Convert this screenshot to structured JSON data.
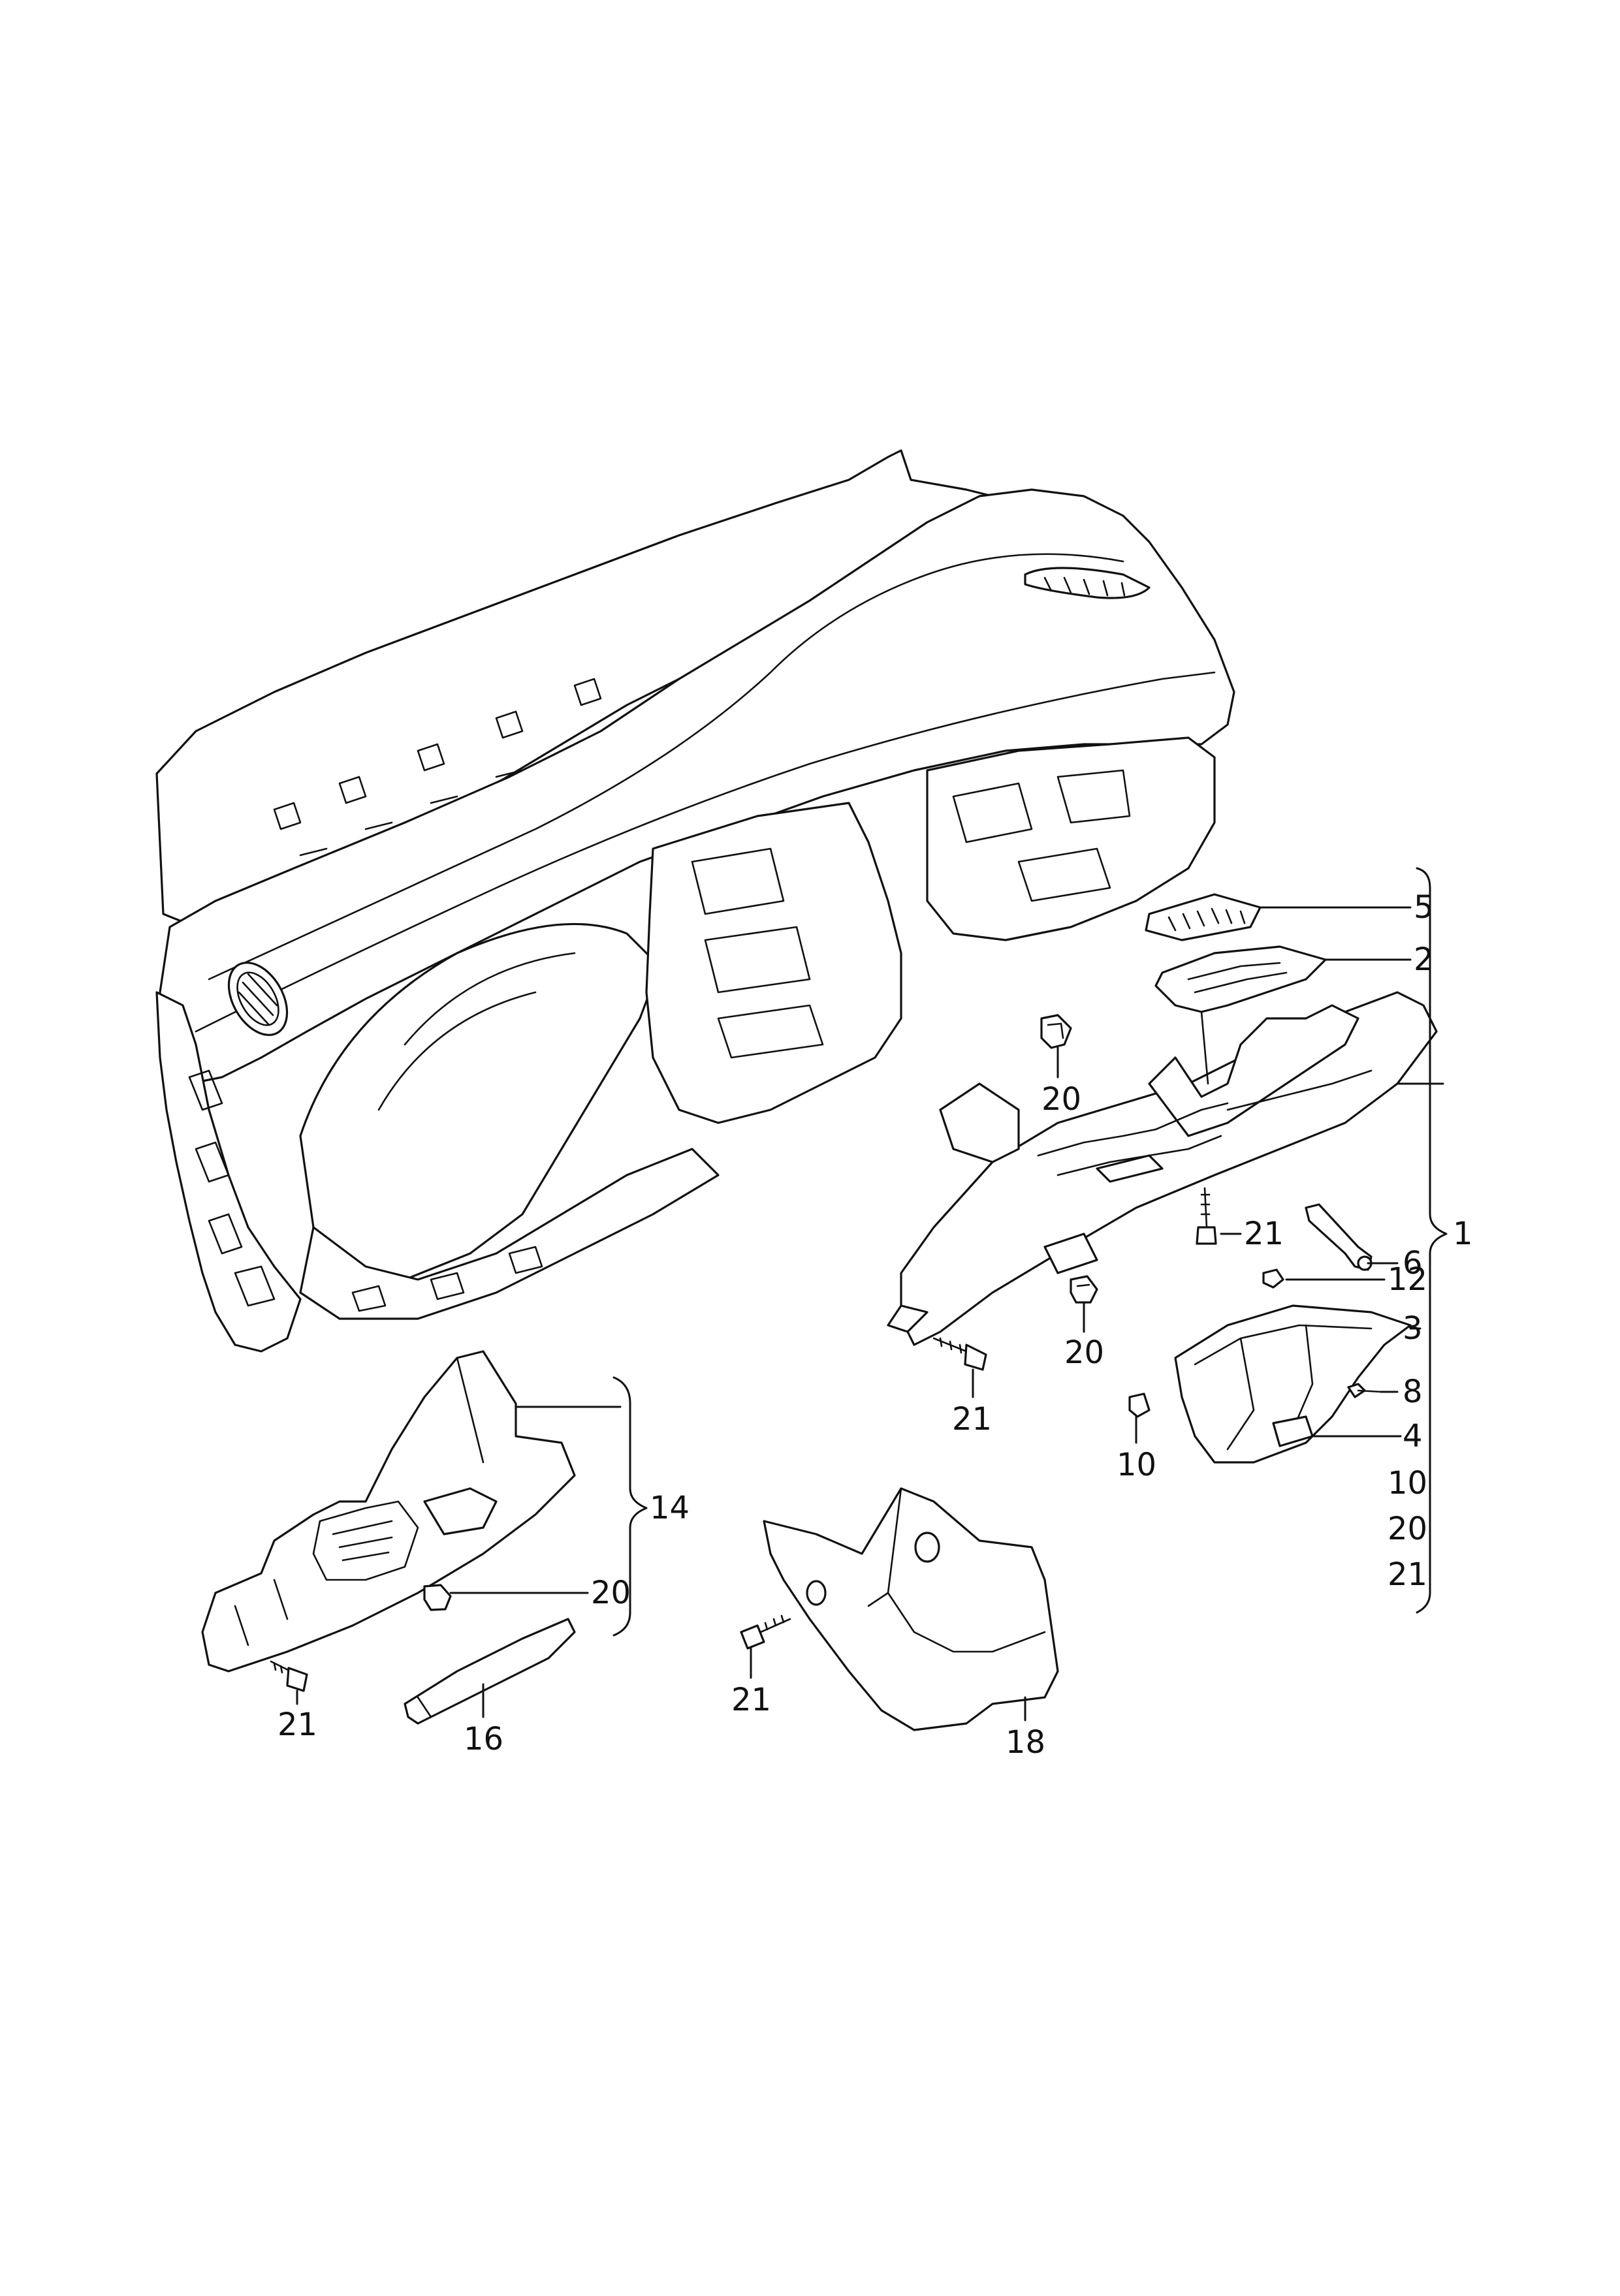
{
  "diagram": {
    "callouts": {
      "c5": "5",
      "c2": "2",
      "c20a": "20",
      "c21a": "21",
      "c6": "6",
      "c1": "1",
      "c12": "12",
      "c3": "3",
      "c20b": "20",
      "c21b": "21",
      "c8": "8",
      "c10a": "10",
      "c4": "4",
      "c10b": "10",
      "c20c": "20",
      "c21c": "21",
      "c14": "14",
      "c20d": "20",
      "c21d": "21",
      "c16": "16",
      "c21e": "21",
      "c18": "18"
    },
    "colors": {
      "line": "#111111",
      "background": "#ffffff"
    }
  }
}
